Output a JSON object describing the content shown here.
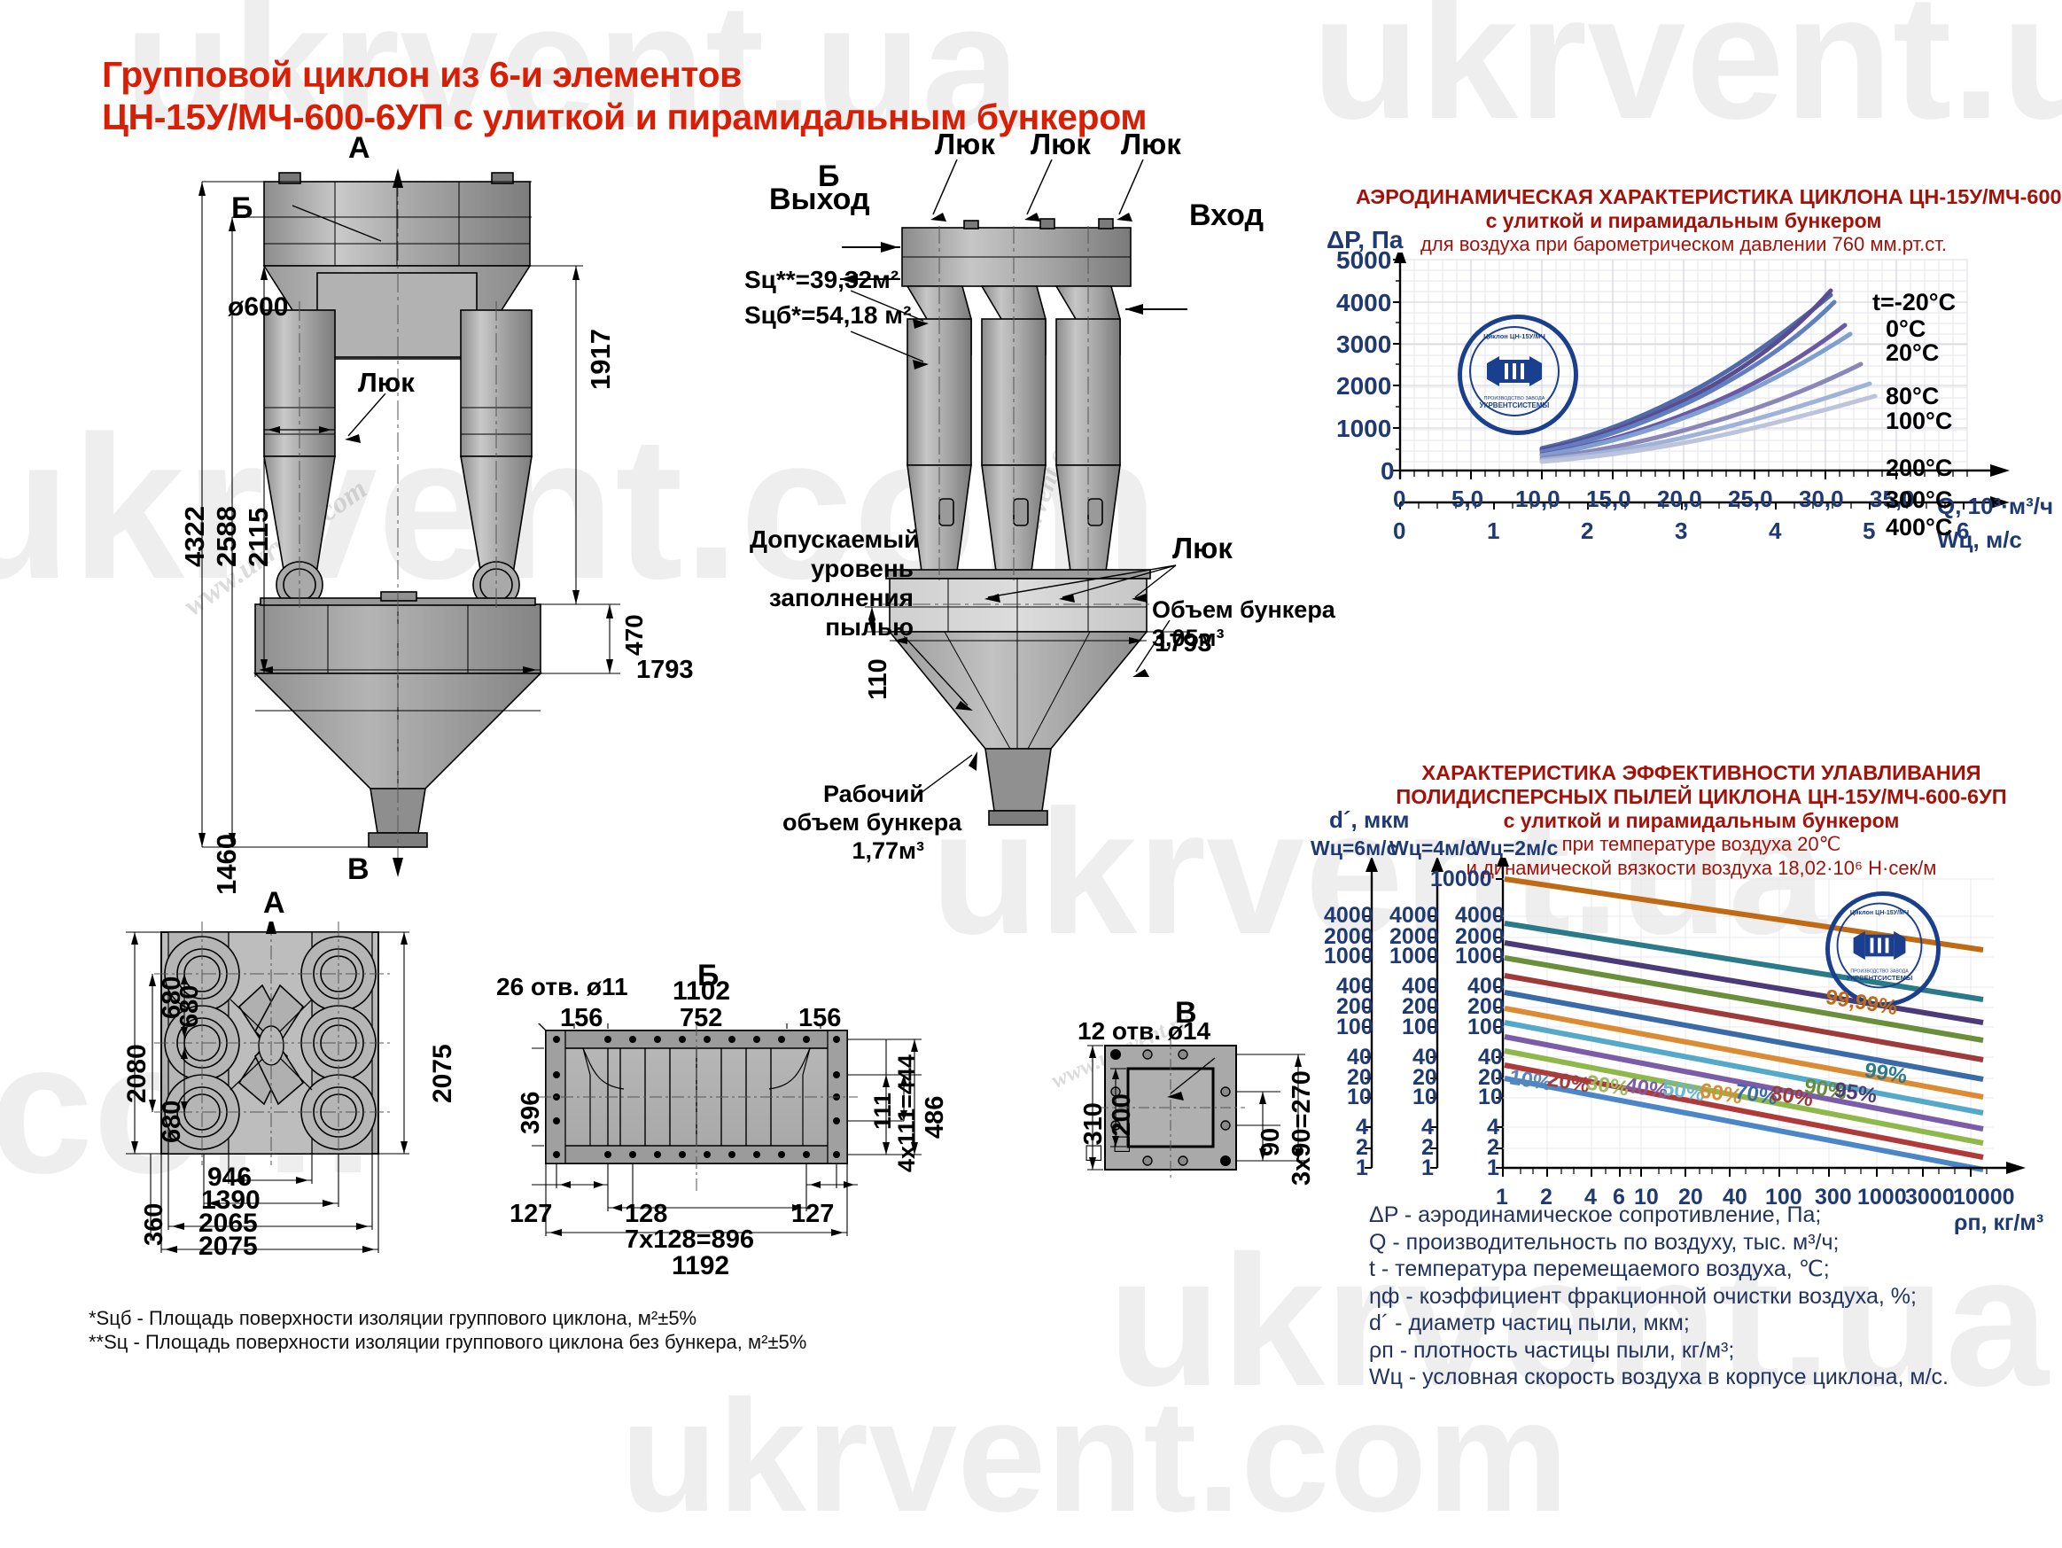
{
  "title": {
    "line1": "Групповой циклон из 6-и элементов",
    "line2": "ЦН-15У/МЧ-600-6УП с улиткой и пирамидальным бункером",
    "color": "#d81e05"
  },
  "watermarks": {
    "big": "ukrvent.ua",
    "mid": "ukrvent.com",
    "site": "www.ukrvent.com",
    "site2": "www.ukrvent.ua"
  },
  "drawing_front": {
    "view_marks": {
      "a": "А",
      "b": "Б",
      "v": "В"
    },
    "diameter": "ø600",
    "hatch_label": "Люк",
    "dims": {
      "h_total": "4322",
      "h_2588": "2588",
      "h_2115": "2115",
      "h_1917": "1917",
      "h_470": "470",
      "h_1460": "1460",
      "w_1793": "1793"
    }
  },
  "drawing_side": {
    "hatch_top": [
      "Люк",
      "Люк",
      "Люк"
    ],
    "outlet_mark": "Б",
    "outlet_label": "Выход",
    "inlet_label": "Вход",
    "area_sc": "Sц**=39,32м²",
    "area_scb": "Sцб*=54,18 м²",
    "fill_level": [
      "Допускаемый",
      "уровень",
      "заполнения",
      "пылью"
    ],
    "hatch_side": "Люк",
    "hopper_volume": [
      "Объем бункера",
      "3,05м³"
    ],
    "work_volume": [
      "Рабочий",
      "объем бункера",
      "1,77м³"
    ],
    "dims": {
      "h_110": "110",
      "w_1793": "1793"
    }
  },
  "view_a": {
    "mark": "А",
    "dims": {
      "v_2080": "2080",
      "v_680_1": "680",
      "v_680_2": "680",
      "v_680_3": "680",
      "v_2075": "2075",
      "v_360": "360",
      "h_946": "946",
      "h_1390": "1390",
      "h_2065": "2065",
      "h_2075": "2075"
    }
  },
  "view_b": {
    "mark": "Б",
    "holes_note": "26 отв. ø11",
    "dims": {
      "w_1102": "1102",
      "w_156_l": "156",
      "w_752": "752",
      "w_156_r": "156",
      "v_396": "396",
      "v_111": "111",
      "v_4x111": "4x111=444",
      "v_486": "486",
      "w_127_l": "127",
      "w_128": "128",
      "w_127_r": "127",
      "w_7x128": "7x128=896",
      "w_1192": "1192"
    }
  },
  "view_v": {
    "mark": "В",
    "holes_note": "12 отв. ø14",
    "dims": {
      "v_310": "□310",
      "v_200": "□200",
      "r_90": "90",
      "r_3x90": "3x90=270"
    }
  },
  "footnotes": [
    "*Sцб - Площадь поверхности изоляции группового циклона, м²±5%",
    "**Sц - Площадь поверхности изоляции группового циклона без бункера, м²±5%"
  ],
  "stamp": {
    "top_text": "Циклон ЦН-15У/МЧ",
    "bottom_text": "ПРОИЗВОДСТВО ЗАВОДА",
    "brand": "УКРВЕНТСИСТЕМЫ",
    "color": "#1b3f8f"
  },
  "chart_data": [
    {
      "type": "line",
      "id": "aerodynamic",
      "title": "АЭРОДИНАМИЧЕСКАЯ  ХАРАКТЕРИСТИКА  ЦИКЛОНА ЦН-15У/МЧ-600-6УП",
      "subtitle": "с улиткой и пирамидальным бункером",
      "subtitle2": "для воздуха при барометрическом давлении 760 мм.рт.ст.",
      "ylabel": "ΔP, Па",
      "xlabel": "Q, 10³·м³/ч",
      "xlabel2": "Wц, м/с",
      "ylim": [
        0,
        5000
      ],
      "yticks": [
        "0",
        "1000",
        "2000",
        "3000",
        "4000",
        "5000"
      ],
      "xlim": [
        0,
        38
      ],
      "xticks": [
        "0",
        "5,0",
        "10,0",
        "15,0",
        "20,0",
        "25,0",
        "30,0",
        "35,0"
      ],
      "xticks2": [
        "0",
        "1",
        "2",
        "3",
        "4",
        "5",
        "6"
      ],
      "grid": true,
      "legend_position": "right-inline",
      "series": [
        {
          "name": "t=-20°C",
          "color": "#4f6aa8",
          "x": [
            12.5,
            17,
            22,
            27,
            32,
            36.5
          ],
          "y": [
            520,
            980,
            1650,
            2500,
            3500,
            4560
          ]
        },
        {
          "name": "0°C",
          "color": "#5b4b8f",
          "x": [
            12.5,
            17,
            22,
            27,
            32,
            36.5
          ],
          "y": [
            480,
            910,
            1540,
            2330,
            3270,
            4270
          ]
        },
        {
          "name": "20°C",
          "color": "#5f7fc0",
          "x": [
            12.5,
            17,
            22,
            27,
            32,
            36.5
          ],
          "y": [
            450,
            855,
            1450,
            2195,
            3080,
            4010
          ]
        },
        {
          "name": "80°C",
          "color": "#6a5aa5",
          "x": [
            12.5,
            17,
            22,
            27,
            32,
            36.5
          ],
          "y": [
            385,
            730,
            1240,
            1880,
            2630,
            3420
          ]
        },
        {
          "name": "100°C",
          "color": "#7f9ed1",
          "x": [
            12.5,
            17,
            22,
            27,
            32,
            36.5
          ],
          "y": [
            365,
            695,
            1180,
            1785,
            2500,
            3250
          ]
        },
        {
          "name": "200°C",
          "color": "#8a86b8",
          "x": [
            12.5,
            17,
            22,
            27,
            32,
            36.5
          ],
          "y": [
            290,
            555,
            940,
            1420,
            1990,
            2580
          ]
        },
        {
          "name": "300°C",
          "color": "#9fb3d8",
          "x": [
            12.5,
            17,
            22,
            27,
            32,
            36.5
          ],
          "y": [
            245,
            465,
            790,
            1195,
            1670,
            2170
          ]
        },
        {
          "name": "400°C",
          "color": "#bcc3dc",
          "x": [
            12.5,
            17,
            22,
            27,
            32,
            36.5
          ],
          "y": [
            210,
            400,
            680,
            1030,
            1440,
            1870
          ]
        }
      ]
    },
    {
      "type": "line",
      "id": "efficiency",
      "title": "ХАРАКТЕРИСТИКА  ЭФФЕКТИВНОСТИ УЛАВЛИВАНИЯ",
      "title2": "ПОЛИДИСПЕРСНЫХ ПЫЛЕЙ ЦИКЛОНА ЦН-15У/МЧ-600-6УП",
      "subtitle": "с улиткой и пирамидальным бункером",
      "subtitle2": "при температуре воздуха 20℃",
      "subtitle3": "и динамической вязкости воздуха  18,02·10⁶ Н·сек/м",
      "ylabel": "d´, мкм",
      "xlabel": "ρп, кг/м³",
      "scale_headers": [
        "Wц=6м/с",
        "Wц=4м/с",
        "Wц=2м/с"
      ],
      "yticks": [
        "1",
        "2",
        "4",
        "10",
        "20",
        "40",
        "100",
        "200",
        "400",
        "1000",
        "2000",
        "4000",
        "10000"
      ],
      "yticks_left": [
        "1",
        "2",
        "4",
        "10",
        "20",
        "40",
        "100",
        "200",
        "400",
        "1000",
        "2000",
        "4000"
      ],
      "xticks": [
        "1",
        "2",
        "4",
        "6",
        "10",
        "20",
        "40",
        "100",
        "300",
        "1000",
        "3000",
        "10000"
      ],
      "grid": true,
      "series": [
        {
          "name": "10%",
          "color": "#4a86c8",
          "y0": 100,
          "y1": 1.0
        },
        {
          "name": "20%",
          "color": "#b03a3a",
          "y0": 150,
          "y1": 1.5
        },
        {
          "name": "30%",
          "color": "#8fb84a",
          "y0": 200,
          "y1": 2.1
        },
        {
          "name": "40%",
          "color": "#7b5ca8",
          "y0": 260,
          "y1": 2.8
        },
        {
          "name": "50%",
          "color": "#54a8c8",
          "y0": 330,
          "y1": 3.6
        },
        {
          "name": "60%",
          "color": "#dd8b33",
          "y0": 420,
          "y1": 4.6
        },
        {
          "name": "70%",
          "color": "#3a6ba8",
          "y0": 540,
          "y1": 6.0
        },
        {
          "name": "80%",
          "color": "#9e3a3a",
          "y0": 700,
          "y1": 8.0
        },
        {
          "name": "90%",
          "color": "#6a8f3a",
          "y0": 1000,
          "y1": 12.0
        },
        {
          "name": "95%",
          "color": "#4a3a78",
          "y0": 1500,
          "y1": 17.0
        },
        {
          "name": "99%",
          "color": "#2a7a8a",
          "y0": 2600,
          "y1": 30.0
        },
        {
          "name": "99,99%",
          "color": "#c06a14",
          "y0": 10000,
          "y1": 100.0
        }
      ]
    }
  ],
  "legend": [
    "ΔP - аэродинамическое сопротивление, Па;",
    "Q - производительность по воздуху, тыс. м³/ч;",
    "t - температура перемещаемого воздуха, ℃;",
    "ηф - коэффициент фракционной очистки воздуха, %;",
    "d´ - диаметр частиц пыли, мкм;",
    "ρп - плотность частицы пыли, кг/м³;",
    "Wц - условная скорость воздуха в корпусе циклона, м/с."
  ]
}
